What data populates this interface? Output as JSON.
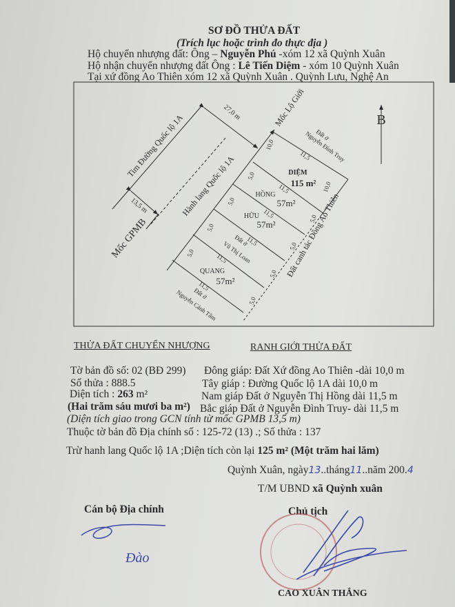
{
  "header": {
    "title": "SƠ ĐỒ THỬA ĐẤT",
    "subtitle": "(Trích lục hoặc trình đo thực địa )",
    "transferor_prefix": "Hộ chuyển nhượng đất: Ông – ",
    "transferor_name": "Nguyễn  Phú",
    "transferor_suffix": " -xóm 12 xã Quỳnh Xuân",
    "recipient_prefix": "Hộ nhận chuyển nhượng đất Ông : ",
    "recipient_name": "Lê Tiến Diệm",
    "recipient_suffix": " - xóm 10 Quỳnh Xuân",
    "location": "Tại xứ đồng Ao Thiên  xóm 12 xã Quỳnh Xuân . Quỳnh Lưu, Nghệ An"
  },
  "diagram": {
    "road_center": "Tim Đường Quốc lộ 1A",
    "dist_27": "27,0 m",
    "moc_lo_gioi": "Mốc Lộ Giới",
    "north_owner_1": "Đất ở",
    "north_owner_2": "Nguyễn Đình Truy",
    "corridor": "Hành lang Quốc lộ 1A",
    "dist_13": "13,5 m",
    "moc_gpmb": "Mốc GPMB",
    "east_label": "Đất canh tác Đồng Ao Thiên",
    "north": "B",
    "len_10": "10,0",
    "len_115": "11,5",
    "len_5": "5,0",
    "lot_diem": "DIỆM",
    "lot_diem_area": "115 m²",
    "lot_hong": "HỒNG",
    "lot_huu": "HỮU",
    "lot_quang": "QUANG",
    "area_57": "57m²",
    "loan_1": "Đất ở",
    "loan_2": "Vũ Thị Loan",
    "south_owner_1": "Đất ở",
    "south_owner_2": "Nguyễn Cảnh Tâm"
  },
  "parcel": {
    "heading": "THỬA ĐẤT CHUYỂN NHƯỢNG",
    "map_sheet": "Tờ bản đồ số: 02 (BĐ 299)",
    "parcel_no": "Số thửa : 888.5",
    "area_label": "Diện tích :  ",
    "area_value": "263",
    "area_unit": " m²",
    "area_words": "(Hai trăm sáu mươi ba m²)",
    "area_note": "(Diện tích giao trong GCN tính từ mốc GPMB 13,5 m)",
    "cadastral": "Thuộc tờ bản đồ Địa chính số : 125-72 (13) .; Số thửa : 137",
    "remaining_prefix": "Trừ hanh lang Quốc lộ 1A ;Diện tích còn lại ",
    "remaining_value": "125 m² (Một trăm hai lăm)"
  },
  "boundaries": {
    "heading": "RANH GIỚI THỬA ĐẤT",
    "east": "Đông giáp: Đất Xứ đồng Ao Thiên -dài 10,0 m",
    "west": "Tây giáp : Đường Quốc lộ 1A dài 10,0 m",
    "south": "Nam giáp Đất ở Nguyễn Thị Hồng dài 11,5 m",
    "north": "Bắc giáp Đất ở Nguyễn Đình Truy-  dài 11,5 m"
  },
  "signature": {
    "date_1": "Quỳnh Xuân, ngày",
    "day": "13",
    "date_2": "..tháng",
    "month": "11",
    "date_3": "..năm 200.",
    "year_digit": "4",
    "org_prefix": "T/M UBND ",
    "org_name": "xã Quỳnh xuân",
    "left_title": "Cán bộ Địa chính",
    "left_signer_handwritten": "Đào",
    "right_title": "Chủ tịch",
    "right_name": "CAO XUÂN THẮNG"
  },
  "colors": {
    "ink": "#2a2a2e",
    "pen": "#3848a8",
    "stamp": "#b05050"
  }
}
